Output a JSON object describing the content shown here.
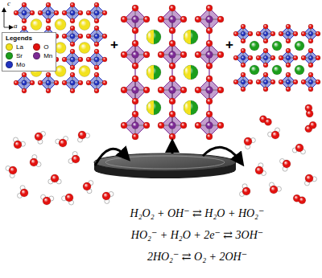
{
  "diagram": {
    "labels": [
      "c",
      "a",
      "Legends",
      "+",
      "+",
      "H₂O₂ + OH⁻ ⇄ H₂O + HO₂⁻",
      "HO₂⁻ + H₂O + 2e⁻ ⇄ 3OH⁻",
      "2HO₂⁻ ⇄ O₂ + 2OH⁻"
    ],
    "legend": [
      {
        "text": "La",
        "color": "#f2e21e"
      },
      {
        "text": "O",
        "color": "#e3120f"
      },
      {
        "text": "Sr",
        "color": "#1c9e1c"
      },
      {
        "text": "Mn",
        "color": "#7c2a94"
      },
      {
        "text": "Mo",
        "color": "#2233c0"
      }
    ]
  }
}
